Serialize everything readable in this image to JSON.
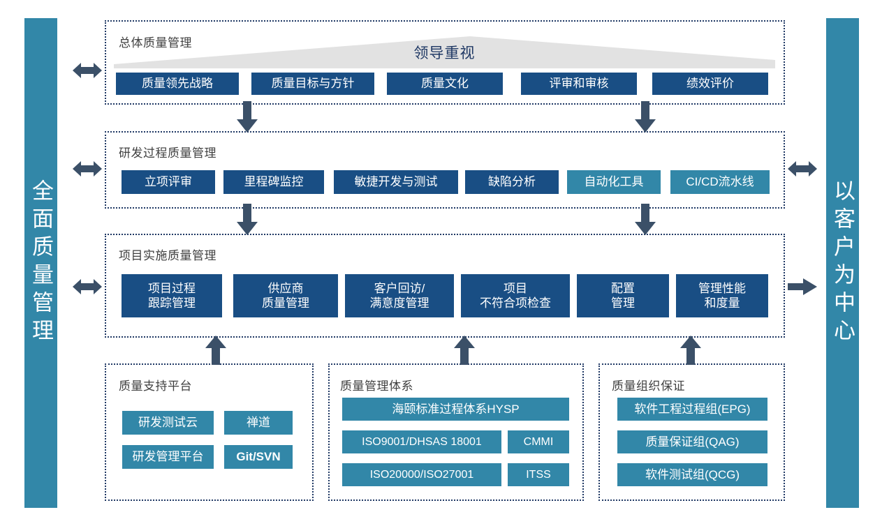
{
  "diagram": {
    "left_pillar": {
      "label": "全面质量管理"
    },
    "right_pillar": {
      "label": "以客户为中心"
    },
    "colors": {
      "navy": "#194E84",
      "teal": "#3287A8",
      "arrow": "#3B5068",
      "dotted_border": "#1F3864",
      "banner": "#E2E2E2",
      "banner_text": "#1F3864",
      "title_text": "#404040"
    },
    "banner": {
      "label": "领导重视"
    },
    "rows": [
      {
        "id": "overall-quality-management",
        "title": "总体质量管理",
        "items": [
          {
            "label": "质量领先战略",
            "style": "navy"
          },
          {
            "label": "质量目标与方针",
            "style": "navy"
          },
          {
            "label": "质量文化",
            "style": "navy"
          },
          {
            "label": "评审和审核",
            "style": "navy"
          },
          {
            "label": "绩效评价",
            "style": "navy"
          }
        ]
      },
      {
        "id": "rd-process-quality-management",
        "title": "研发过程质量管理",
        "items": [
          {
            "label": "立项评审",
            "style": "navy"
          },
          {
            "label": "里程碑监控",
            "style": "navy"
          },
          {
            "label": "敏捷开发与测试",
            "style": "navy"
          },
          {
            "label": "缺陷分析",
            "style": "navy"
          },
          {
            "label": "自动化工具",
            "style": "teal"
          },
          {
            "label": "CI/CD流水线",
            "style": "teal"
          }
        ]
      },
      {
        "id": "project-implementation-quality-management",
        "title": "项目实施质量管理",
        "items": [
          {
            "label": "项目过程\n跟踪管理",
            "style": "navy"
          },
          {
            "label": "供应商\n质量管理",
            "style": "navy"
          },
          {
            "label": "客户回访/\n满意度管理",
            "style": "navy"
          },
          {
            "label": "项目\n不符合项检查",
            "style": "navy"
          },
          {
            "label": "配置\n管理",
            "style": "navy"
          },
          {
            "label": "管理性能\n和度量",
            "style": "navy"
          }
        ]
      }
    ],
    "bottom_panels": [
      {
        "id": "quality-support-platform",
        "title": "质量支持平台",
        "items": [
          {
            "label": "研发测试云",
            "style": "teal",
            "bold": false
          },
          {
            "label": "禅道",
            "style": "teal",
            "bold": false
          },
          {
            "label": "研发管理平台",
            "style": "teal",
            "bold": false
          },
          {
            "label": "Git/SVN",
            "style": "teal",
            "bold": true
          }
        ]
      },
      {
        "id": "quality-management-system",
        "title": "质量管理体系",
        "items": [
          {
            "label": "海颐标准过程体系HYSP",
            "style": "teal",
            "bold": false
          },
          {
            "label": "ISO9001/DHSAS 18001",
            "style": "teal",
            "bold": false
          },
          {
            "label": "CMMI",
            "style": "teal",
            "bold": false
          },
          {
            "label": "ISO20000/ISO27001",
            "style": "teal",
            "bold": false
          },
          {
            "label": "ITSS",
            "style": "teal",
            "bold": false
          }
        ]
      },
      {
        "id": "quality-organization-assurance",
        "title": "质量组织保证",
        "items": [
          {
            "label": "软件工程过程组(EPG)",
            "style": "teal",
            "bold": false
          },
          {
            "label": "质量保证组(QAG)",
            "style": "teal",
            "bold": false
          },
          {
            "label": "软件测试组(QCG)",
            "style": "teal",
            "bold": false
          }
        ]
      }
    ],
    "arrows": [
      {
        "name": "arrow-left-row1",
        "direction": "horizontal-double"
      },
      {
        "name": "arrow-left-row2",
        "direction": "horizontal-double"
      },
      {
        "name": "arrow-left-row3",
        "direction": "horizontal-double"
      },
      {
        "name": "arrow-right-row2",
        "direction": "horizontal-double"
      },
      {
        "name": "arrow-right-row3",
        "direction": "right"
      },
      {
        "name": "arrow-down-row1-left",
        "direction": "down"
      },
      {
        "name": "arrow-down-row1-right",
        "direction": "down"
      },
      {
        "name": "arrow-down-row2-left",
        "direction": "down"
      },
      {
        "name": "arrow-down-row2-right",
        "direction": "down"
      },
      {
        "name": "arrow-up-support-platform",
        "direction": "up"
      },
      {
        "name": "arrow-up-management-system",
        "direction": "up"
      },
      {
        "name": "arrow-up-organization-assurance",
        "direction": "up"
      }
    ]
  }
}
